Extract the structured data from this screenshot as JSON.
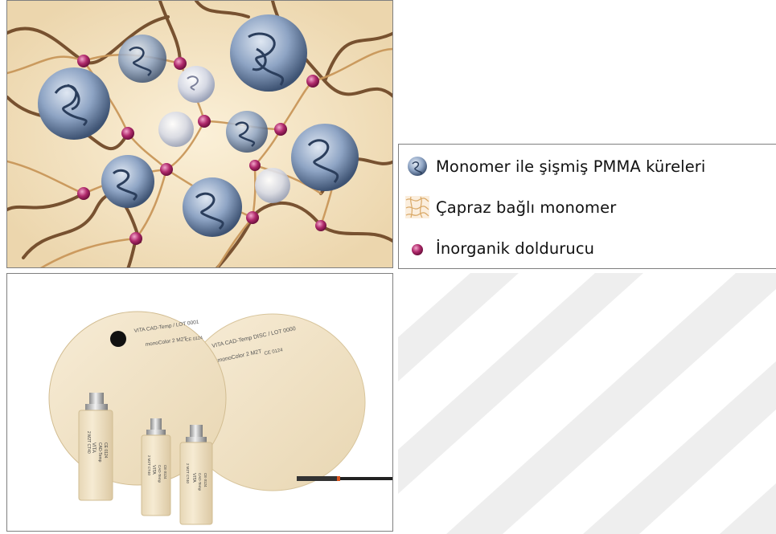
{
  "legend": {
    "items": [
      {
        "label": "Monomer ile şişmiş PMMA küreleri",
        "icon": "pmma-sphere-icon"
      },
      {
        "label": "Çapraz bağlı monomer",
        "icon": "crosslinked-network-icon"
      },
      {
        "label": "İnorganik doldurucu",
        "icon": "filler-particle-icon"
      }
    ]
  },
  "product": {
    "disc_front_line1": "VITA CAD-Temp / LOT 0001",
    "disc_front_line2": "monoColor 2 M2T",
    "disc_front_line3": "CE 0124",
    "disc_back_line1": "VITA CAD-Temp DISC / LOT 0000",
    "disc_back_line2": "monoColor 2 M2T",
    "disc_back_line3": "CE 0124",
    "block_brand": "VITA",
    "block_line1": "CAD-Temp",
    "block_line2": "2 M2T CT40",
    "block_line3": "CE 0124"
  },
  "colors": {
    "network_bg": "#f3e2c2",
    "chain": "#8a5a2b",
    "filler": "#a0205e",
    "sphere": "#6f86a8",
    "disc": "#f2e3c6",
    "block": "#f1e4c8"
  }
}
